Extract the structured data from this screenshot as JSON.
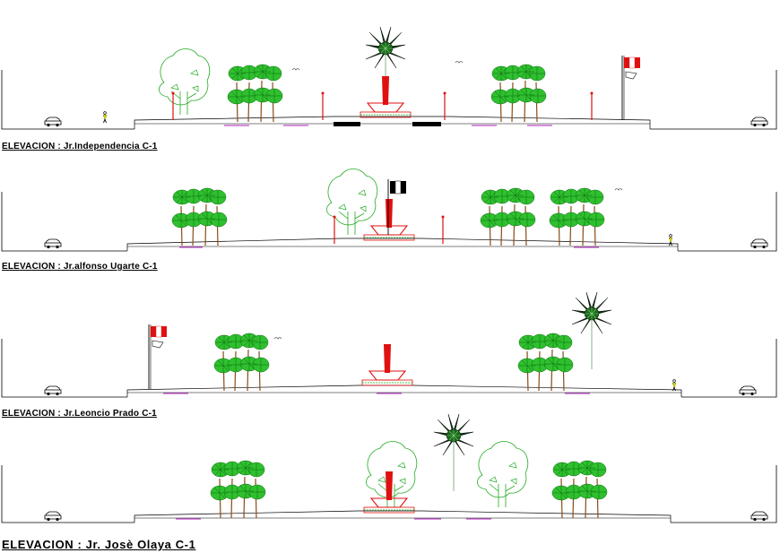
{
  "drawing": {
    "elevations": [
      {
        "caption": "ELEVACION :  Jr.Independencia C-1"
      },
      {
        "caption": "ELEVACION :  Jr.alfonso Ugarte C-1"
      },
      {
        "caption": "ELEVACION :  Jr.Leoncio Prado C-1"
      },
      {
        "caption": "ELEVACION :  Jr. Josè Olaya C-1"
      }
    ]
  },
  "colors": {
    "line": "#000000",
    "tree_green": "#1fb41f",
    "leaf_dark": "#0a6a0a",
    "trunk": "#8a4b16",
    "red": "#e01010",
    "magenta": "#b020c0",
    "outline_green": "#22aa22"
  },
  "icons": [
    "car-icon",
    "pedestrian-icon",
    "palm-tree-icon",
    "round-tree-icon",
    "flag-icon",
    "fountain-icon",
    "lamp-post-icon",
    "bird-icon"
  ]
}
